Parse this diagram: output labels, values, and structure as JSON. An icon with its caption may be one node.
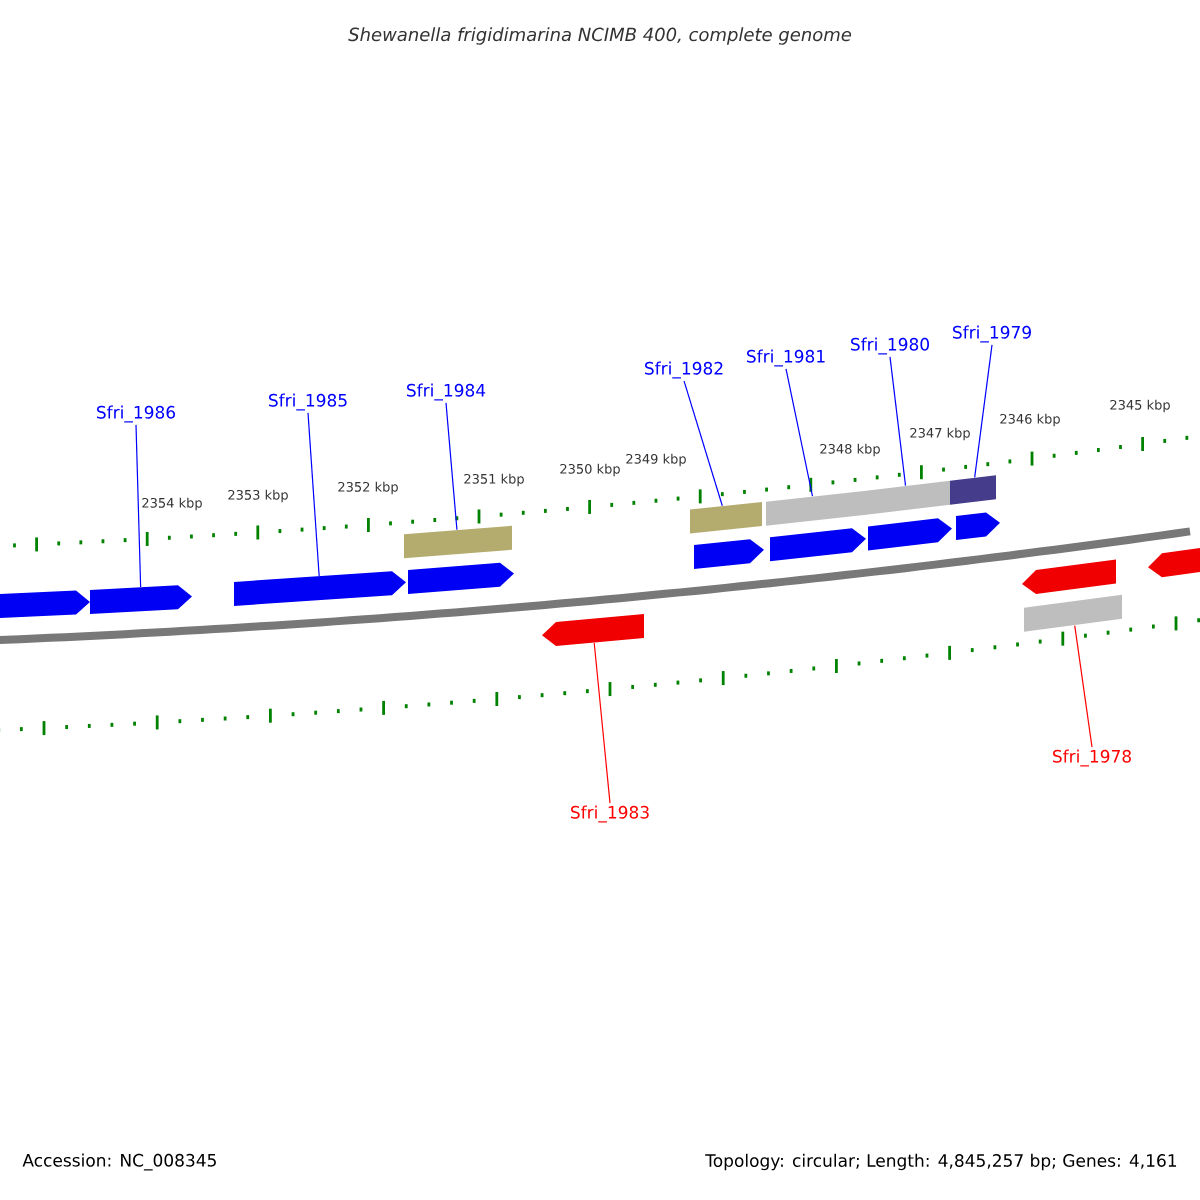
{
  "diagram": {
    "title": "Shewanella frigidimarina NCIMB 400, complete genome",
    "nodes": [
      {
        "text": [
          "Sfri_1986"
        ]
      },
      {
        "text": [
          "Sfri_1985"
        ]
      },
      {
        "text": [
          "Sfri_1984"
        ]
      },
      {
        "text": [
          "Sfri_1982"
        ]
      },
      {
        "text": [
          "Sfri_1981"
        ]
      },
      {
        "text": [
          "Sfri_1980"
        ]
      },
      {
        "text": [
          "Sfri_1979"
        ]
      },
      {
        "text": [
          "Sfri_1983"
        ]
      },
      {
        "text": [
          "Sfri_1978"
        ]
      },
      {
        "text": [],
        "shape": "arrow"
      },
      {
        "text": [],
        "shape": "arrow"
      },
      {
        "text": [],
        "shape": "box"
      },
      {
        "text": [],
        "shape": "box"
      },
      {
        "text": [],
        "shape": "box"
      },
      {
        "text": [],
        "shape": "box"
      },
      {
        "text": [],
        "shape": "box"
      },
      {
        "text": [],
        "shape": "arrow"
      },
      {
        "text": [],
        "shape": "box"
      },
      {
        "text": [],
        "shape": "arrow"
      },
      {
        "text": [],
        "shape": "arrow"
      },
      {
        "text": [],
        "shape": "arrow"
      },
      {
        "text": [],
        "shape": "arrow"
      },
      {
        "text": [],
        "shape": "arrow"
      },
      {
        "text": [],
        "shape": "arrow"
      },
      {
        "text": [],
        "shape": "arrow"
      },
      {
        "text": [],
        "shape": "arrow"
      }
    ],
    "edges": [
      {
        "from": 0,
        "to": 9,
        "arrow": "none"
      },
      {
        "from": 1,
        "to": 10,
        "arrow": "none"
      },
      {
        "from": 2,
        "to": 11,
        "arrow": "none"
      },
      {
        "from": 3,
        "to": 12,
        "arrow": "none"
      },
      {
        "from": 4,
        "to": 13,
        "arrow": "none"
      },
      {
        "from": 5,
        "to": 14,
        "arrow": "none"
      },
      {
        "from": 6,
        "to": 15,
        "arrow": "none"
      },
      {
        "from": 7,
        "to": 16,
        "arrow": "none",
        "color": "#ff0000"
      },
      {
        "from": 8,
        "to": 17,
        "arrow": "none",
        "color": "#ff0000"
      }
    ],
    "labels": [
      "2354 kbp",
      "2353 kbp",
      "2352 kbp",
      "2351 kbp",
      "2350 kbp",
      "2349 kbp",
      "2348 kbp",
      "2347 kbp",
      "2346 kbp",
      "2345 kbp",
      "Accession: NC_008345",
      "Topology: circular; Length: 4,845,257 bp; Genes: 4,161"
    ]
  }
}
